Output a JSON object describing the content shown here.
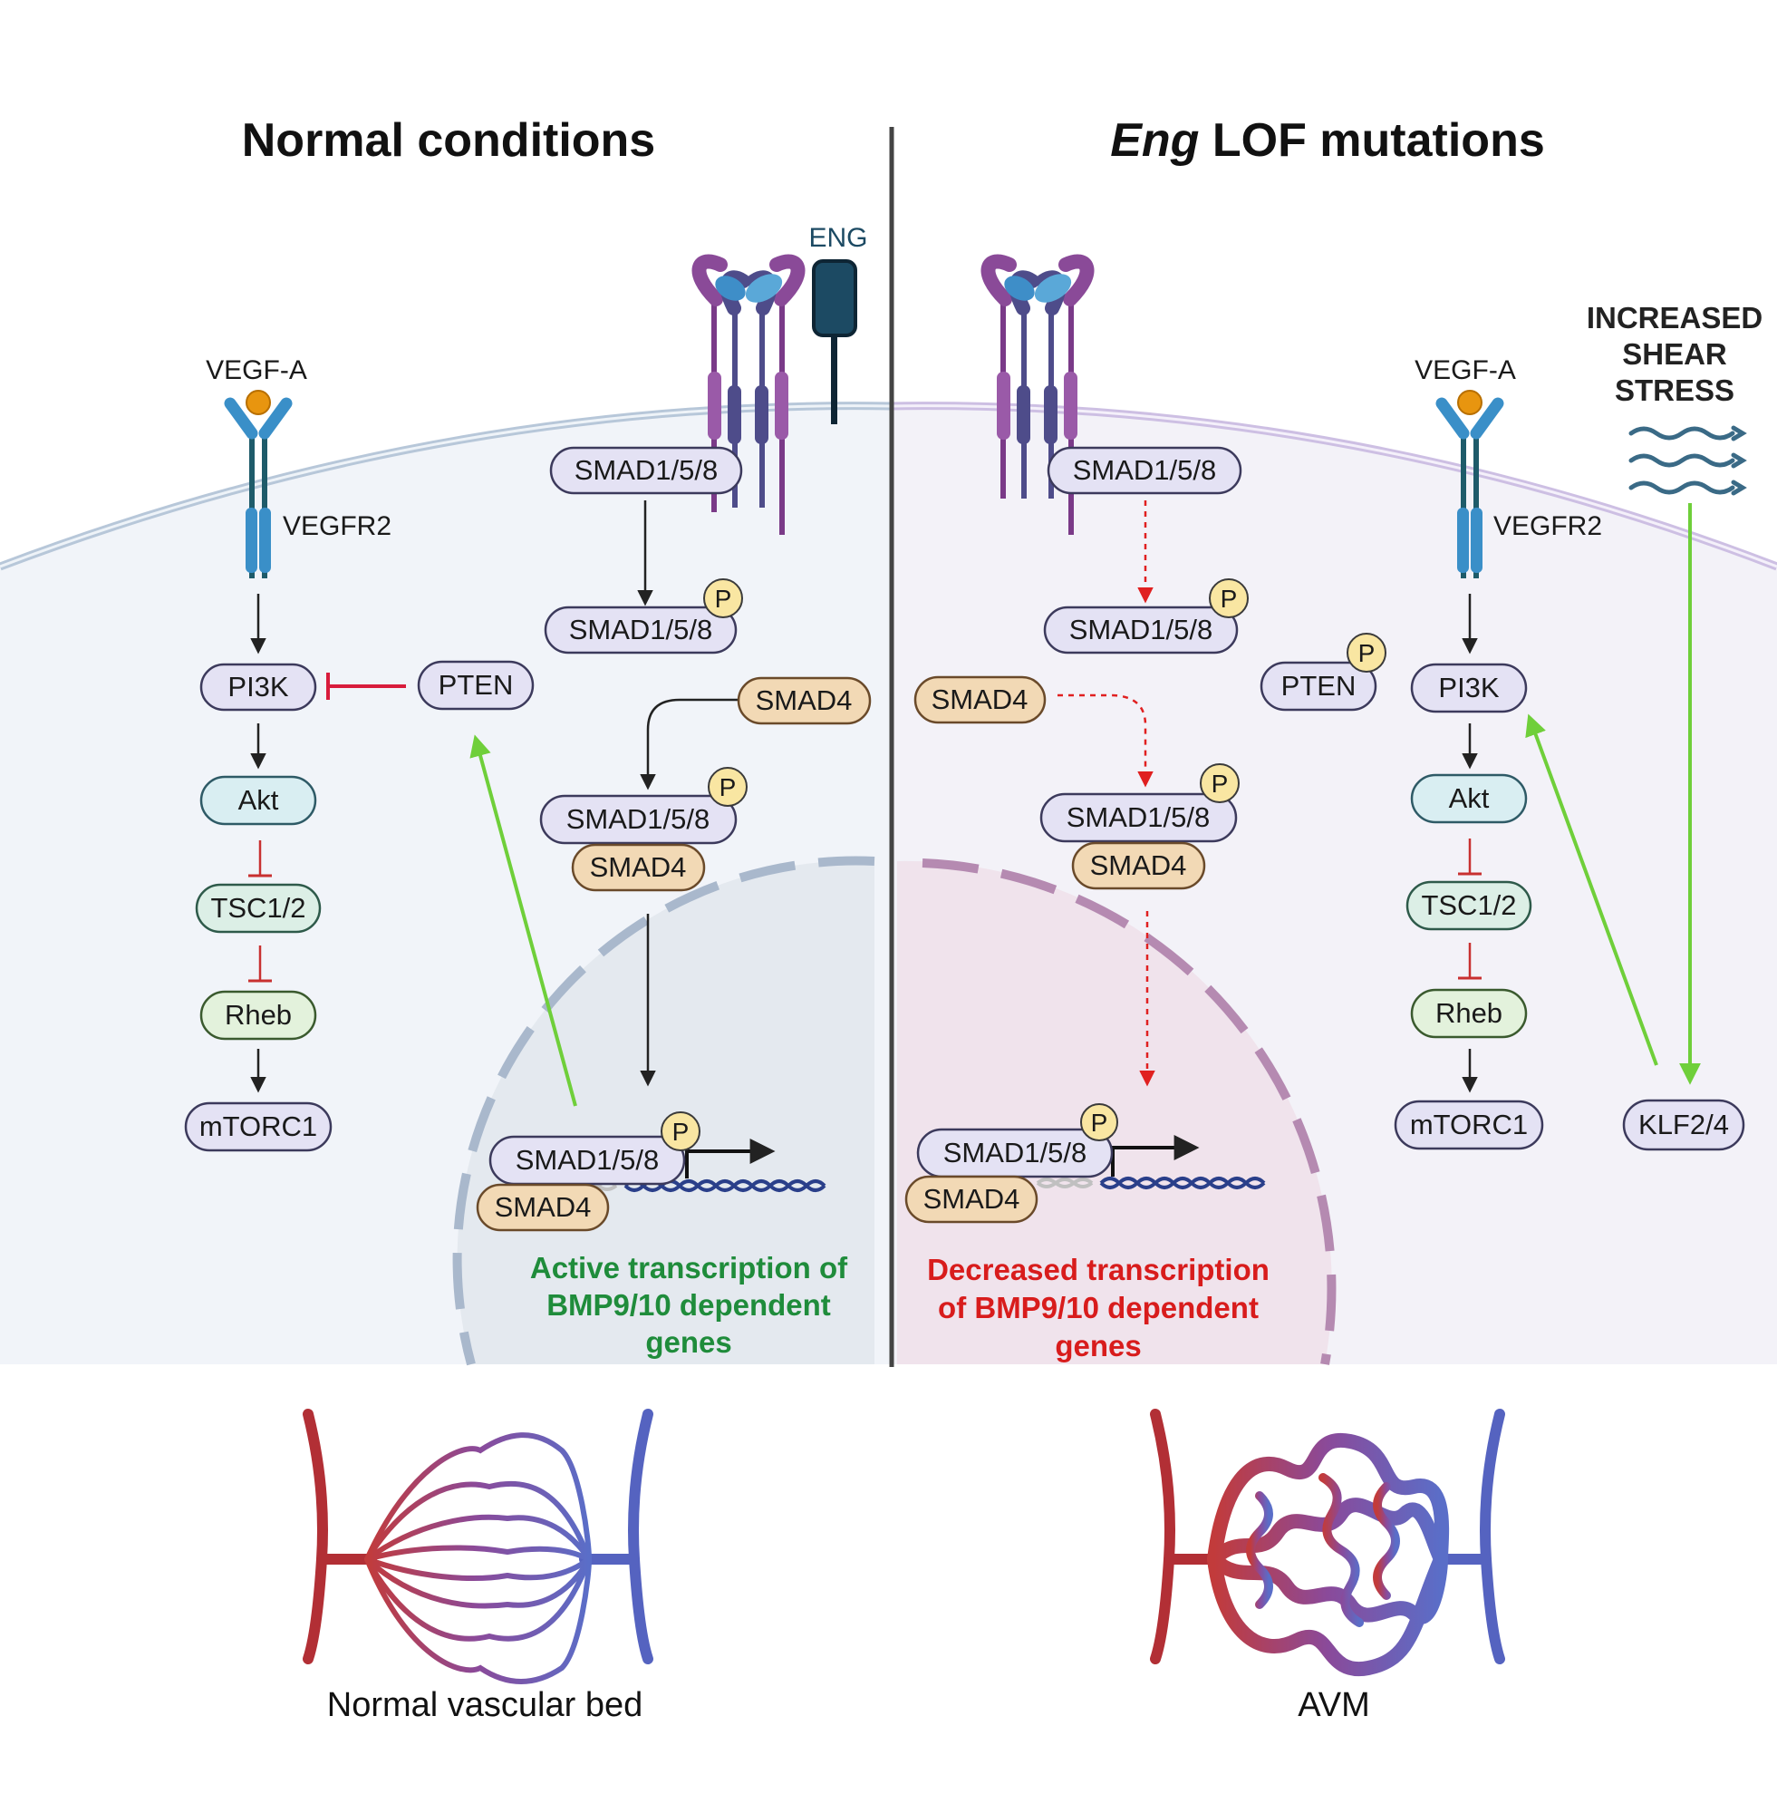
{
  "titles": {
    "left_title": "Normal conditions",
    "right_title_italic": "Eng",
    "right_title_rest": " LOF mutations"
  },
  "labels": {
    "eng": "ENG",
    "vegfa": "VEGF-A",
    "vegfr2": "VEGFR2",
    "shear_stress": [
      "INCREASED",
      "SHEAR",
      "STRESS"
    ],
    "phospho": "P"
  },
  "left": {
    "smad158": "SMAD1/5/8",
    "smad4": "SMAD4",
    "pi3k": "PI3K",
    "pten": "PTEN",
    "akt": "Akt",
    "tsc": "TSC1/2",
    "rheb": "Rheb",
    "mtorc1": "mTORC1",
    "transcription": [
      "Active transcription of",
      "BMP9/10 dependent",
      "genes"
    ],
    "caption": "Normal vascular bed"
  },
  "right": {
    "smad158": "SMAD1/5/8",
    "smad4": "SMAD4",
    "pi3k": "PI3K",
    "pten": "PTEN",
    "akt": "Akt",
    "tsc": "TSC1/2",
    "rheb": "Rheb",
    "mtorc1": "mTORC1",
    "klf": "KLF2/4",
    "transcription": [
      "Decreased transcription",
      "of BMP9/10 dependent",
      "genes"
    ],
    "caption": "AVM"
  },
  "colors": {
    "activation_arrow": "#6fcf3a",
    "inhibition": "#d81c3c",
    "decreased_path": "#e02020",
    "smad_fill": "#e4e2f4",
    "smad4_fill": "#f2d9b5",
    "akt_fill": "#d9eef2",
    "rheb_fill": "#e3f2dc"
  }
}
